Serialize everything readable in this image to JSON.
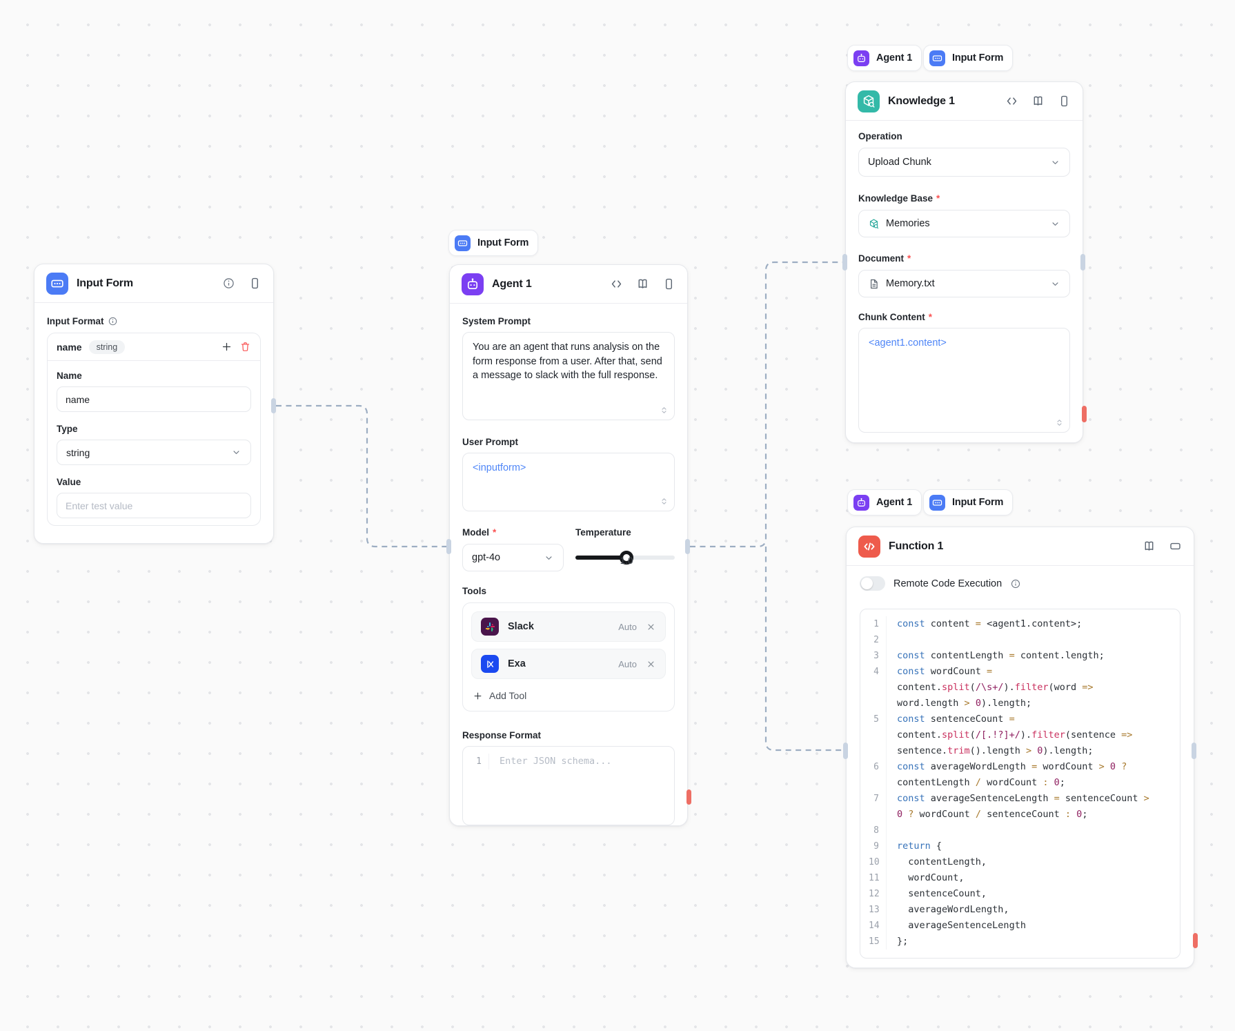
{
  "badges": {
    "agent": "Agent 1",
    "input_form": "Input Form"
  },
  "required_mark": "*",
  "colors": {
    "input_form_icon": "#4b7bf5",
    "agent_icon": "#7b3ff2",
    "knowledge_icon": "#33b9a8",
    "function_icon": "#ee5b4c",
    "edge": "#9cadc2",
    "handle": "#c9d4e2",
    "error_handle": "#ee6e64",
    "link_text": "#4f86f7",
    "slack_bg": "#4a154b",
    "exa_bg": "#1b49f0"
  },
  "icons": {
    "input-form": "form-field",
    "agent": "robot-head",
    "knowledge": "cube-with-magnifier",
    "function": "code-slash",
    "header": [
      "code-brackets",
      "open-book",
      "phone-preview"
    ],
    "function_header": [
      "open-book",
      "panel-rect"
    ],
    "misc": [
      "info-circle",
      "plus",
      "trash",
      "x-remove",
      "chevron-down",
      "expand-chevrons",
      "file-text",
      "toggle-off"
    ]
  },
  "input_form": {
    "title": "Input Form",
    "format_label": "Input Format",
    "row_name": "name",
    "row_type_chip": "string",
    "name_label": "Name",
    "name_value": "name",
    "type_label": "Type",
    "type_value": "string",
    "value_label": "Value",
    "value_placeholder": "Enter test value"
  },
  "agent": {
    "title": "Agent 1",
    "system_prompt_label": "System Prompt",
    "system_prompt_value": "You are an agent that runs analysis on the form response from a user. After that, send a message to slack with the full response.",
    "user_prompt_label": "User Prompt",
    "user_prompt_value": "<inputform>",
    "model_label": "Model",
    "model_value": "gpt-4o",
    "temperature_label": "Temperature",
    "temperature_value": "1.0",
    "tools_label": "Tools",
    "tools": [
      {
        "icon": "slack",
        "name": "Slack",
        "mode": "Auto"
      },
      {
        "icon": "exa",
        "name": "Exa",
        "mode": "Auto"
      }
    ],
    "add_tool_label": "Add Tool",
    "response_format_label": "Response Format",
    "response_line_number": "1",
    "response_placeholder": "Enter JSON schema..."
  },
  "knowledge": {
    "title": "Knowledge 1",
    "operation_label": "Operation",
    "operation_value": "Upload Chunk",
    "kb_label": "Knowledge Base",
    "kb_value": "Memories",
    "document_label": "Document",
    "document_value": "Memory.txt",
    "chunk_label": "Chunk Content",
    "chunk_value": "<agent1.content>"
  },
  "function": {
    "title": "Function 1",
    "rce_label": "Remote Code Execution",
    "code": [
      {
        "n": "1",
        "t": [
          [
            "k",
            "const"
          ],
          [
            "p",
            " content "
          ],
          [
            "o",
            "="
          ],
          [
            "p",
            " <agent1.content>;"
          ]
        ]
      },
      {
        "n": "2",
        "t": []
      },
      {
        "n": "3",
        "t": [
          [
            "k",
            "const"
          ],
          [
            "p",
            " contentLength "
          ],
          [
            "o",
            "="
          ],
          [
            "p",
            " content.length;"
          ]
        ]
      },
      {
        "n": "4",
        "t": [
          [
            "k",
            "const"
          ],
          [
            "p",
            " wordCount "
          ],
          [
            "o",
            "="
          ],
          [
            "p",
            " content."
          ],
          [
            "f",
            "split"
          ],
          [
            "p",
            "("
          ],
          [
            "n",
            "/\\s+/"
          ],
          [
            "p",
            ")."
          ],
          [
            "f",
            "filter"
          ],
          [
            "p",
            "(word "
          ],
          [
            "o",
            "=>"
          ],
          [
            "p",
            " word.length "
          ],
          [
            "o",
            ">"
          ],
          [
            "p",
            " "
          ],
          [
            "n",
            "0"
          ],
          [
            "p",
            ").length;"
          ]
        ]
      },
      {
        "n": "5",
        "t": [
          [
            "k",
            "const"
          ],
          [
            "p",
            " sentenceCount "
          ],
          [
            "o",
            "="
          ],
          [
            "p",
            " content."
          ],
          [
            "f",
            "split"
          ],
          [
            "p",
            "("
          ],
          [
            "n",
            "/[.!?]+/"
          ],
          [
            "p",
            ")."
          ],
          [
            "f",
            "filter"
          ],
          [
            "p",
            "(sentence "
          ],
          [
            "o",
            "=>"
          ],
          [
            "p",
            " sentence."
          ],
          [
            "f",
            "trim"
          ],
          [
            "p",
            "().length "
          ],
          [
            "o",
            ">"
          ],
          [
            "p",
            " "
          ],
          [
            "n",
            "0"
          ],
          [
            "p",
            ").length;"
          ]
        ]
      },
      {
        "n": "6",
        "t": [
          [
            "k",
            "const"
          ],
          [
            "p",
            " averageWordLength "
          ],
          [
            "o",
            "="
          ],
          [
            "p",
            " wordCount "
          ],
          [
            "o",
            ">"
          ],
          [
            "p",
            " "
          ],
          [
            "n",
            "0"
          ],
          [
            "p",
            " "
          ],
          [
            "o",
            "?"
          ],
          [
            "p",
            " contentLength "
          ],
          [
            "o",
            "/"
          ],
          [
            "p",
            " wordCount "
          ],
          [
            "o",
            ":"
          ],
          [
            "p",
            " "
          ],
          [
            "n",
            "0"
          ],
          [
            "p",
            ";"
          ]
        ]
      },
      {
        "n": "7",
        "t": [
          [
            "k",
            "const"
          ],
          [
            "p",
            " averageSentenceLength "
          ],
          [
            "o",
            "="
          ],
          [
            "p",
            " sentenceCount "
          ],
          [
            "o",
            ">"
          ],
          [
            "p",
            " "
          ],
          [
            "n",
            "0"
          ],
          [
            "p",
            " "
          ],
          [
            "o",
            "?"
          ],
          [
            "p",
            " wordCount "
          ],
          [
            "o",
            "/"
          ],
          [
            "p",
            " sentenceCount "
          ],
          [
            "o",
            ":"
          ],
          [
            "p",
            " "
          ],
          [
            "n",
            "0"
          ],
          [
            "p",
            ";"
          ]
        ]
      },
      {
        "n": "8",
        "t": []
      },
      {
        "n": "9",
        "t": [
          [
            "k",
            "return"
          ],
          [
            "p",
            " {"
          ]
        ]
      },
      {
        "n": "10",
        "t": [
          [
            "p",
            "  contentLength,"
          ]
        ]
      },
      {
        "n": "11",
        "t": [
          [
            "p",
            "  wordCount,"
          ]
        ]
      },
      {
        "n": "12",
        "t": [
          [
            "p",
            "  sentenceCount,"
          ]
        ]
      },
      {
        "n": "13",
        "t": [
          [
            "p",
            "  averageWordLength,"
          ]
        ]
      },
      {
        "n": "14",
        "t": [
          [
            "p",
            "  averageSentenceLength"
          ]
        ]
      },
      {
        "n": "15",
        "t": [
          [
            "p",
            "};"
          ]
        ]
      }
    ]
  }
}
